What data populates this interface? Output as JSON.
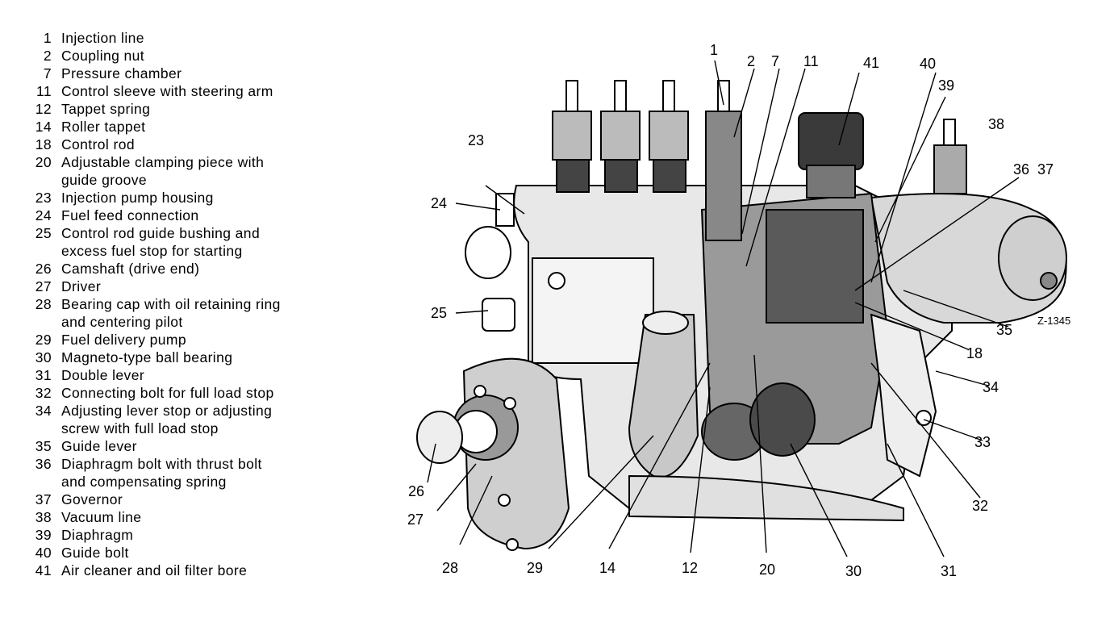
{
  "legend": [
    {
      "num": "1",
      "text": "Injection line"
    },
    {
      "num": "2",
      "text": "Coupling nut"
    },
    {
      "num": "7",
      "text": "Pressure chamber"
    },
    {
      "num": "11",
      "text": "Control sleeve with steering arm"
    },
    {
      "num": "12",
      "text": "Tappet spring"
    },
    {
      "num": "14",
      "text": "Roller tappet"
    },
    {
      "num": "18",
      "text": "Control rod"
    },
    {
      "num": "20",
      "text": "Adjustable clamping piece with\nguide groove"
    },
    {
      "num": "23",
      "text": "Injection  pump housing"
    },
    {
      "num": "24",
      "text": "Fuel feed connection"
    },
    {
      "num": "25",
      "text": "Control rod guide bushing and\nexcess fuel stop for starting"
    },
    {
      "num": "26",
      "text": "Camshaft (drive end)"
    },
    {
      "num": "27",
      "text": "Driver"
    },
    {
      "num": "28",
      "text": "Bearing cap with oil retaining ring\nand centering pilot"
    },
    {
      "num": "29",
      "text": "Fuel delivery pump"
    },
    {
      "num": "30",
      "text": "Magneto-type ball bearing"
    },
    {
      "num": "31",
      "text": "Double lever"
    },
    {
      "num": "32",
      "text": "Connecting bolt for full load stop"
    },
    {
      "num": "34",
      "text": "Adjusting lever stop or adjusting\nscrew with full load stop"
    },
    {
      "num": "35",
      "text": "Guide lever"
    },
    {
      "num": "36",
      "text": "Diaphragm bolt with thrust bolt\nand compensating spring"
    },
    {
      "num": "37",
      "text": "Governor"
    },
    {
      "num": "38",
      "text": "Vacuum line"
    },
    {
      "num": "39",
      "text": "Diaphragm"
    },
    {
      "num": "40",
      "text": "Guide bolt"
    },
    {
      "num": "41",
      "text": "Air cleaner and oil filter bore"
    }
  ],
  "callouts": {
    "c1": "1",
    "c2": "2",
    "c7": "7",
    "c11": "11",
    "c41": "41",
    "c40": "40",
    "c39": "39",
    "c38": "38",
    "c36": "36",
    "c37": "37",
    "c23": "23",
    "c24": "24",
    "c25": "25",
    "c35": "35",
    "c18": "18",
    "c34": "34",
    "c33": "33",
    "c32": "32",
    "c26": "26",
    "c27": "27",
    "c28": "28",
    "c29": "29",
    "c14": "14",
    "c12": "12",
    "c20": "20",
    "c30": "30",
    "c31": "31"
  },
  "figure_ref": "Z-1345"
}
